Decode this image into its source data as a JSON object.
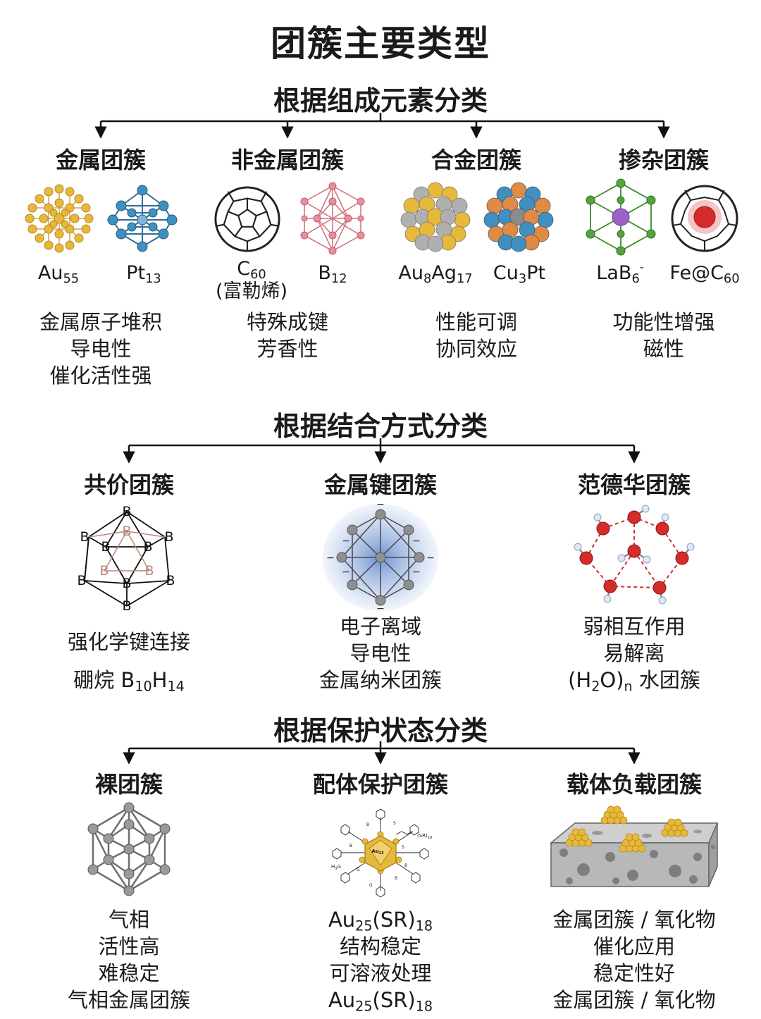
{
  "title": "团簇主要类型",
  "section1": {
    "title": "根据组成元素分类",
    "categories": [
      {
        "title": "金属团簇",
        "ex1": "Au",
        "ex1_sub": "55",
        "ex2": "Pt",
        "ex2_sub": "13",
        "desc": [
          "金属原子堆积",
          "导电性",
          "催化活性强"
        ]
      },
      {
        "title": "非金属团簇",
        "ex1": "C",
        "ex1_sub": "60",
        "ex1_note": "(富勒烯)",
        "ex2": "B",
        "ex2_sub": "12",
        "desc": [
          "特殊成键",
          "芳香性"
        ]
      },
      {
        "title": "合金团簇",
        "ex1_a": "Au",
        "ex1_a_sub": "8",
        "ex1_b": "Ag",
        "ex1_b_sub": "17",
        "ex2_a": "Cu",
        "ex2_a_sub": "3",
        "ex2_b": "Pt",
        "desc": [
          "性能可调",
          "协同效应"
        ]
      },
      {
        "title": "掺杂团簇",
        "ex1": "LaB",
        "ex1_sub": "6",
        "ex1_sup": "-",
        "ex2": "Fe@C",
        "ex2_sub": "60",
        "desc": [
          "功能性增强",
          "磁性"
        ]
      }
    ]
  },
  "section2": {
    "title": "根据结合方式分类",
    "categories": [
      {
        "title": "共价团簇",
        "atom": "B",
        "desc1": "强化学键连接",
        "desc2_a": "硼烷 B",
        "desc2_sub1": "10",
        "desc2_b": "H",
        "desc2_sub2": "14"
      },
      {
        "title": "金属键团簇",
        "charge": "−",
        "desc": [
          "电子离域",
          "导电性",
          "金属纳米团簇"
        ]
      },
      {
        "title": "范德华团簇",
        "desc": [
          "弱相互作用",
          "易解离"
        ],
        "desc3_a": "(H",
        "desc3_sub1": "2",
        "desc3_b": "O)",
        "desc3_sub2": "n",
        "desc3_c": " 水团簇"
      }
    ]
  },
  "section3": {
    "title": "根据保护状态分类",
    "categories": [
      {
        "title": "裸团簇",
        "desc": [
          "气相",
          "活性高",
          "难稳定",
          "气相金属团簇"
        ]
      },
      {
        "title": "配体保护团簇",
        "core_label": "Au",
        "core_sub": "25",
        "ligand_label": "(SR)",
        "ligand_sub": "18",
        "side_label": "H",
        "side_sub": "3",
        "side_label2": "G",
        "small_labels": [
          "B",
          "S",
          "S",
          "B",
          "G",
          "B",
          "B",
          "G"
        ],
        "d1_a": "Au",
        "d1_sub1": "25",
        "d1_b": "(SR)",
        "d1_sub2": "18",
        "desc_mid": [
          "结构稳定",
          "可溶液处理"
        ],
        "d4_a": "Au",
        "d4_sub1": "25",
        "d4_b": "(SR)",
        "d4_sub2": "18"
      },
      {
        "title": "载体负载团簇",
        "desc": [
          "金属团簇 / 氧化物",
          "催化应用",
          "稳定性好",
          "金属团簇 / 氧化物"
        ]
      }
    ]
  },
  "colors": {
    "gold": "#e7b93a",
    "blue": "#3f8fc1",
    "pink": "#e6909c",
    "green": "#55a33c",
    "purple": "#9a62c8",
    "red": "#d62b2b",
    "gray": "#8c8c8c",
    "arrow": "#111111"
  }
}
